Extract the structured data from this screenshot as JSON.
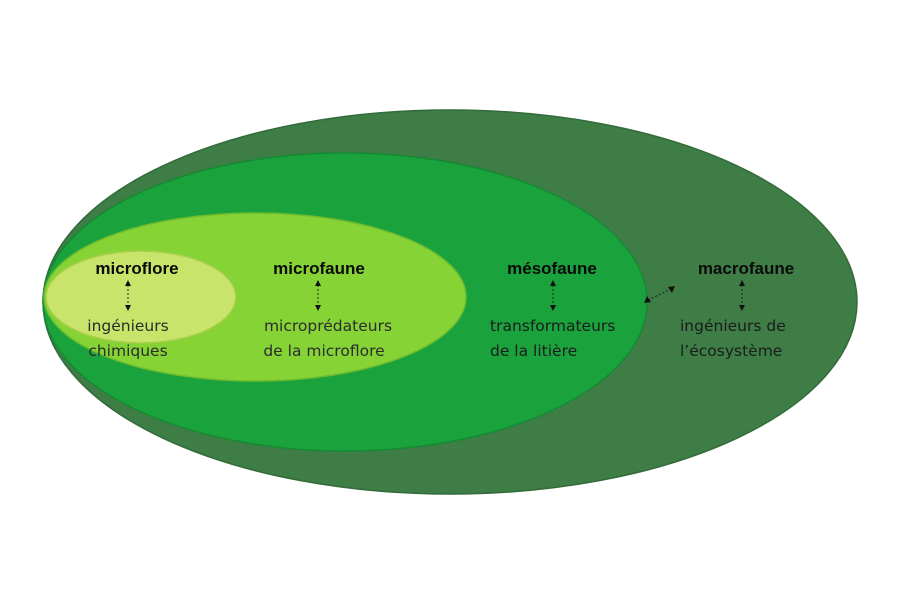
{
  "colors": {
    "background": "#ffffff",
    "macrofaune_layer": "#3e7d46",
    "macrofaune_border": "#336b3a",
    "mesofaune_layer": "#1aa23c",
    "mesofaune_border": "#158a33",
    "microfaune_layer": "#86d336",
    "microfaune_border": "#6fbd2e",
    "microflore_layer": "#c8e46a",
    "microflore_border": "#a6ce4a",
    "title_text": "#0a0a0a",
    "role_text_light": "#2c2c2c",
    "role_text_dark": "#1c1c1c"
  },
  "groups": [
    {
      "id": "microflore",
      "title": "microflore",
      "role_line1": "ingénieurs",
      "role_line2": "chimiques"
    },
    {
      "id": "microfaune",
      "title": "microfaune",
      "role_line1": "microprédateurs",
      "role_line2": "de la microflore"
    },
    {
      "id": "mesofaune",
      "title": "mésofaune",
      "role_line1": "transformateurs",
      "role_line2": "de la litière"
    },
    {
      "id": "macrofaune",
      "title": "macrofaune",
      "role_line1": "ingénieurs de",
      "role_line2": "l’écosystème"
    }
  ]
}
